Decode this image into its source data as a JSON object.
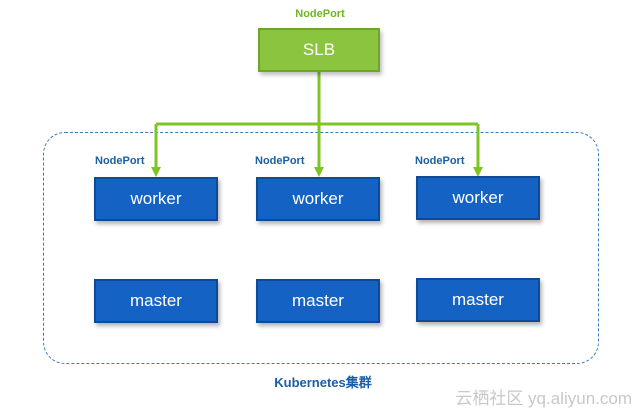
{
  "top": {
    "nodeport_label": "NodePort",
    "slb_label": "SLB"
  },
  "columns": [
    {
      "nodeport_label": "NodePort",
      "worker_label": "worker",
      "master_label": "master"
    },
    {
      "nodeport_label": "NodePort",
      "worker_label": "worker",
      "master_label": "master"
    },
    {
      "nodeport_label": "NodePort",
      "worker_label": "worker",
      "master_label": "master"
    }
  ],
  "cluster": {
    "label": "Kubernetes集群"
  },
  "watermark": "云栖社区 yq.aliyun.com",
  "colors": {
    "slb_fill": "#8bc53f",
    "connector": "#7ec423",
    "node_fill": "#1463c4",
    "cluster_border": "#3d7ab8",
    "label_blue": "#1a5ea8",
    "label_green": "#6fb61f"
  }
}
